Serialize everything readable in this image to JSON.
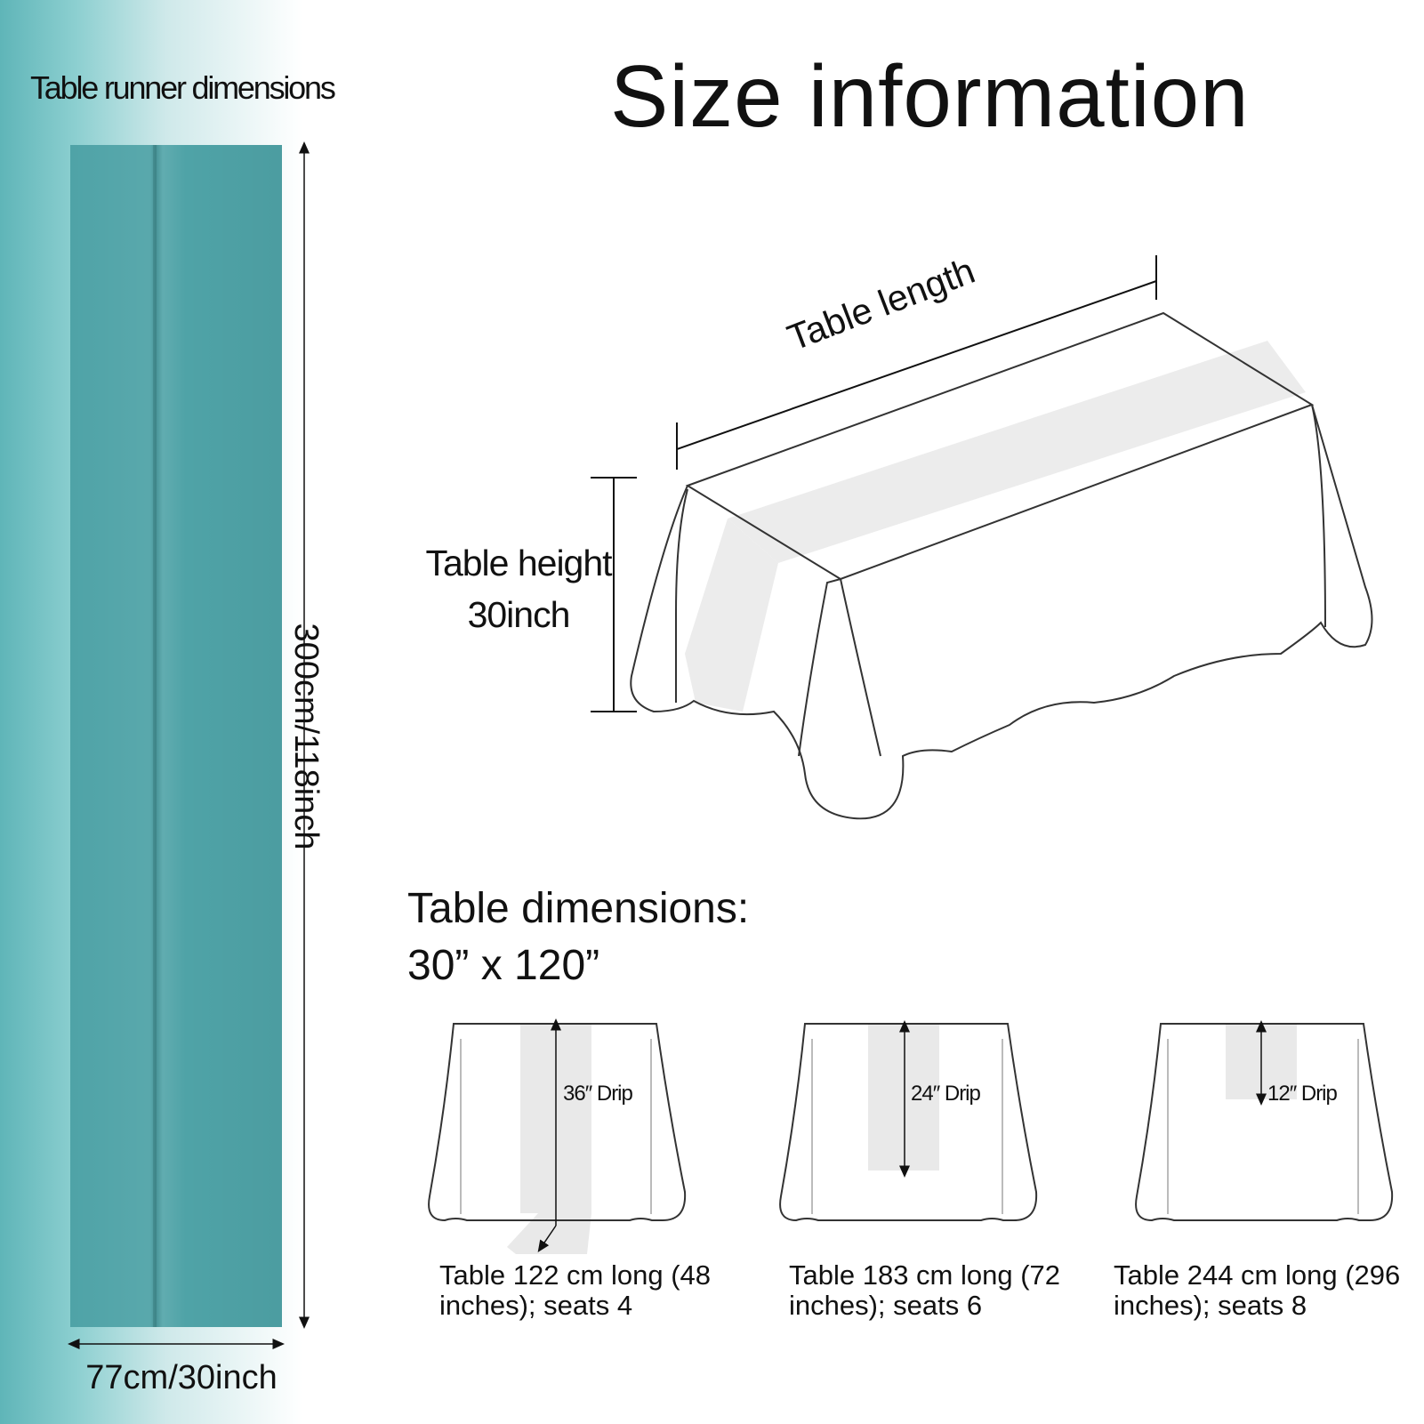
{
  "runner": {
    "title": "Table runner dimensions",
    "length_label": "300cm/118inch",
    "width_label": "77cm/30inch",
    "color": "#4fa3a7"
  },
  "header": {
    "title": "Size information"
  },
  "table_diagram": {
    "length_label": "Table length",
    "height_label_line1": "Table height",
    "height_label_line2": "30inch"
  },
  "table_dimensions": {
    "line1": "Table dimensions:",
    "line2": "30” x 120”"
  },
  "sizes": [
    {
      "drip": "36″ Drip",
      "caption_line1": "Table 122 cm long (48",
      "caption_line2": "inches); seats 4"
    },
    {
      "drip": "24″ Drip",
      "caption_line1": "Table 183 cm long (72",
      "caption_line2": "inches); seats 6"
    },
    {
      "drip": "12″ Drip",
      "caption_line1": "Table 244 cm long (296",
      "caption_line2": "inches); seats 8"
    }
  ]
}
